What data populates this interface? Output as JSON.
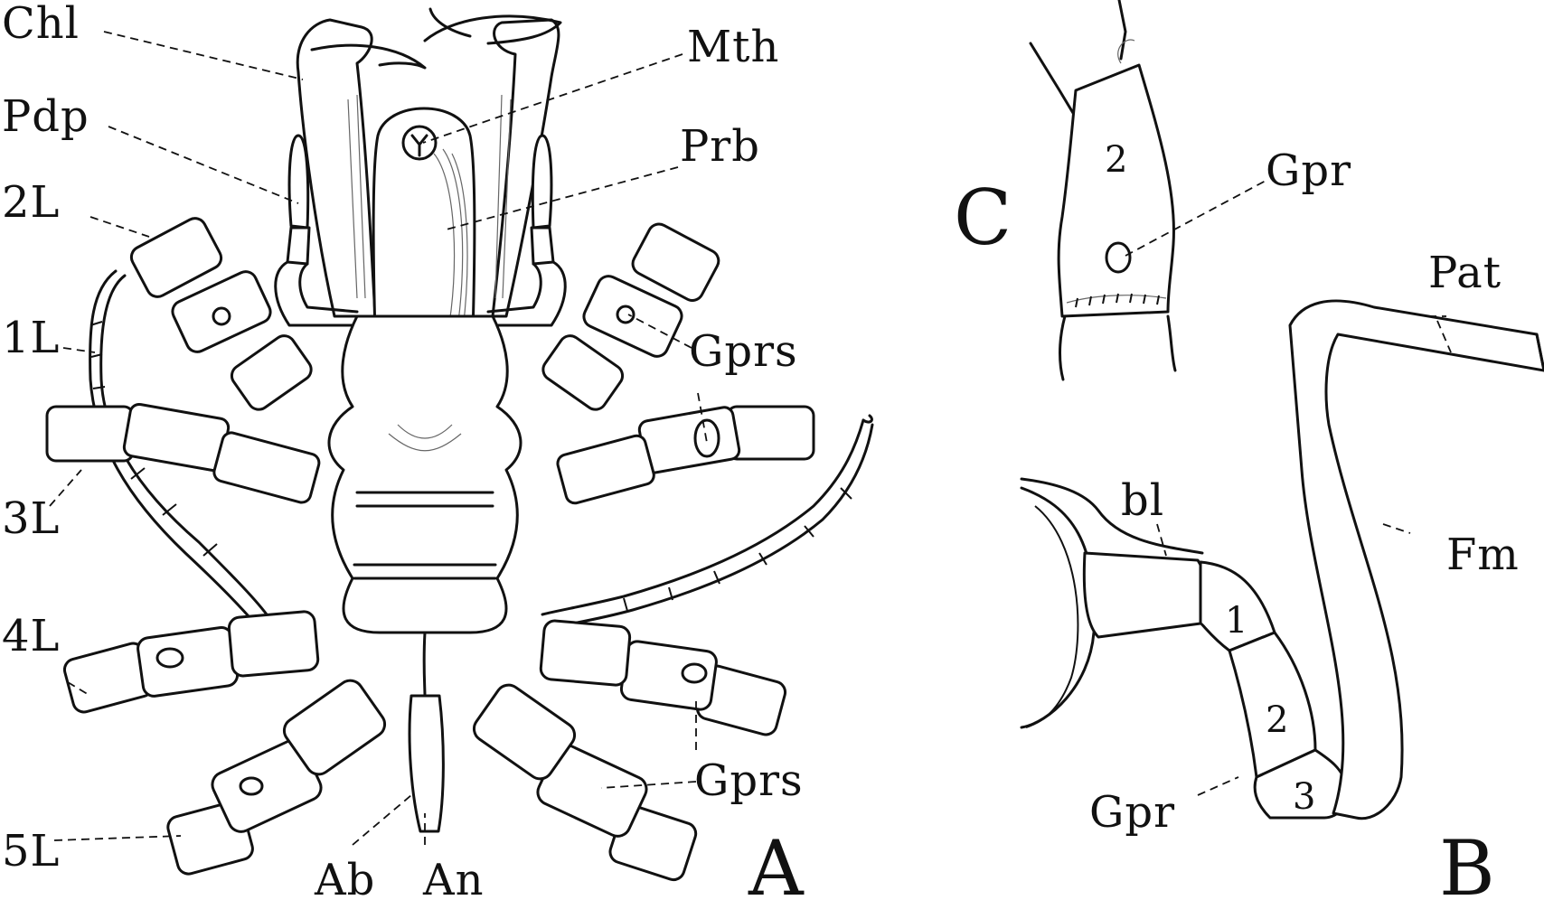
{
  "panels": {
    "A": {
      "letter": "A",
      "labels": {
        "chl": "Chl",
        "pdp": "Pdp",
        "l2": "2L",
        "l1": "1L",
        "l3": "3L",
        "l4": "4L",
        "l5": "5L",
        "mth": "Mth",
        "prb": "Prb",
        "gprs_upper": "Gprs",
        "gprs_lower": "Gprs",
        "ab": "Ab",
        "an": "An"
      }
    },
    "B": {
      "letter": "B",
      "labels": {
        "pat": "Pat",
        "fm": "Fm",
        "bl": "bl",
        "gpr": "Gpr"
      },
      "segment_numbers": [
        "1",
        "2",
        "3"
      ]
    },
    "C": {
      "letter": "C",
      "labels": {
        "gpr": "Gpr"
      },
      "segment_number": "2"
    }
  },
  "colors": {
    "ink": "#111111",
    "paper": "#ffffff"
  }
}
